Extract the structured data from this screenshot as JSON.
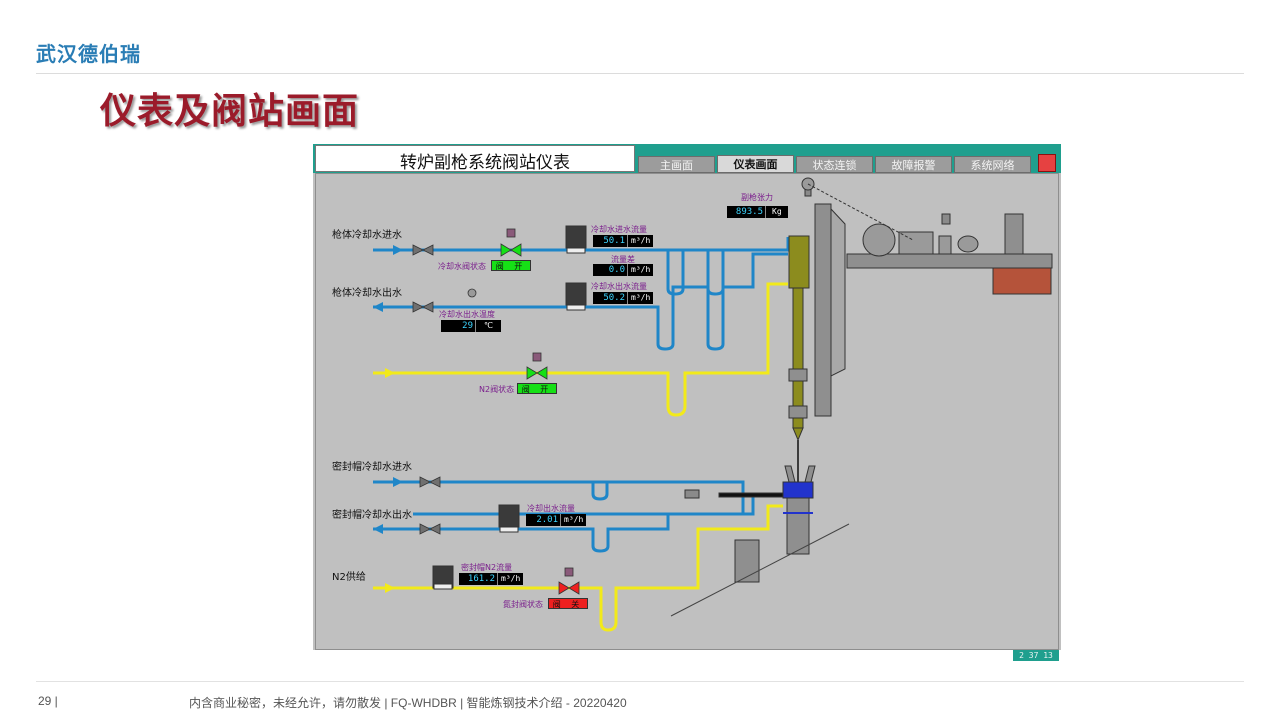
{
  "slide": {
    "brand": "武汉德伯瑞",
    "title": "仪表及阀站画面",
    "page_number": "29 |",
    "footer": "内含商业秘密，未经允许，请勿散发 | FQ-WHDBR | 智能炼钢技术介绍 - 20220420"
  },
  "hmi": {
    "title": "转炉副枪系统阀站仪表",
    "tabs": [
      {
        "label": "主画面"
      },
      {
        "label": "仪表画面"
      },
      {
        "label": "状态连锁"
      },
      {
        "label": "故障报警"
      },
      {
        "label": "系统网络"
      }
    ],
    "active_tab": "仪表画面",
    "clock": "2 37 13",
    "lines": {
      "lance_in": "枪体冷却水进水",
      "lance_out": "枪体冷却水出水",
      "seal_in": "密封帽冷却水进水",
      "seal_out": "密封帽冷却水出水",
      "n2": "N2供给"
    },
    "instruments": {
      "inlet_flow": {
        "label": "冷却水进水流量",
        "value": "50.1",
        "unit": "m³/h"
      },
      "flow_diff": {
        "label": "流量差",
        "value": "0.0",
        "unit": "m³/h"
      },
      "outlet_flow": {
        "label": "冷却水出水流量",
        "value": "50.2",
        "unit": "m³/h"
      },
      "outlet_temp": {
        "label": "冷却水出水温度",
        "value": "29",
        "unit": "℃"
      },
      "lance_tension": {
        "label": "副枪张力",
        "value": "893.5",
        "unit": "Kg"
      },
      "seal_out_flow": {
        "label": "冷却出水流量",
        "value": "2.01",
        "unit": "m³/h"
      },
      "seal_n2_flow": {
        "label": "密封帽N2流量",
        "value": "161.2",
        "unit": "m³/h"
      }
    },
    "valves": {
      "cooling_valve": {
        "label": "冷却水阀状态",
        "state": "阀 开"
      },
      "n2_valve": {
        "label": "N2阀状态",
        "state": "阀 开"
      },
      "seal_valve": {
        "label": "氮封阀状态",
        "state": "阀 关"
      }
    },
    "colors": {
      "water_pipe": "#1f86c8",
      "n2_pipe": "#f2ea1a",
      "valve_open": "#16e016",
      "valve_closed": "#ee2020",
      "lance": "#8c8c1e"
    }
  }
}
